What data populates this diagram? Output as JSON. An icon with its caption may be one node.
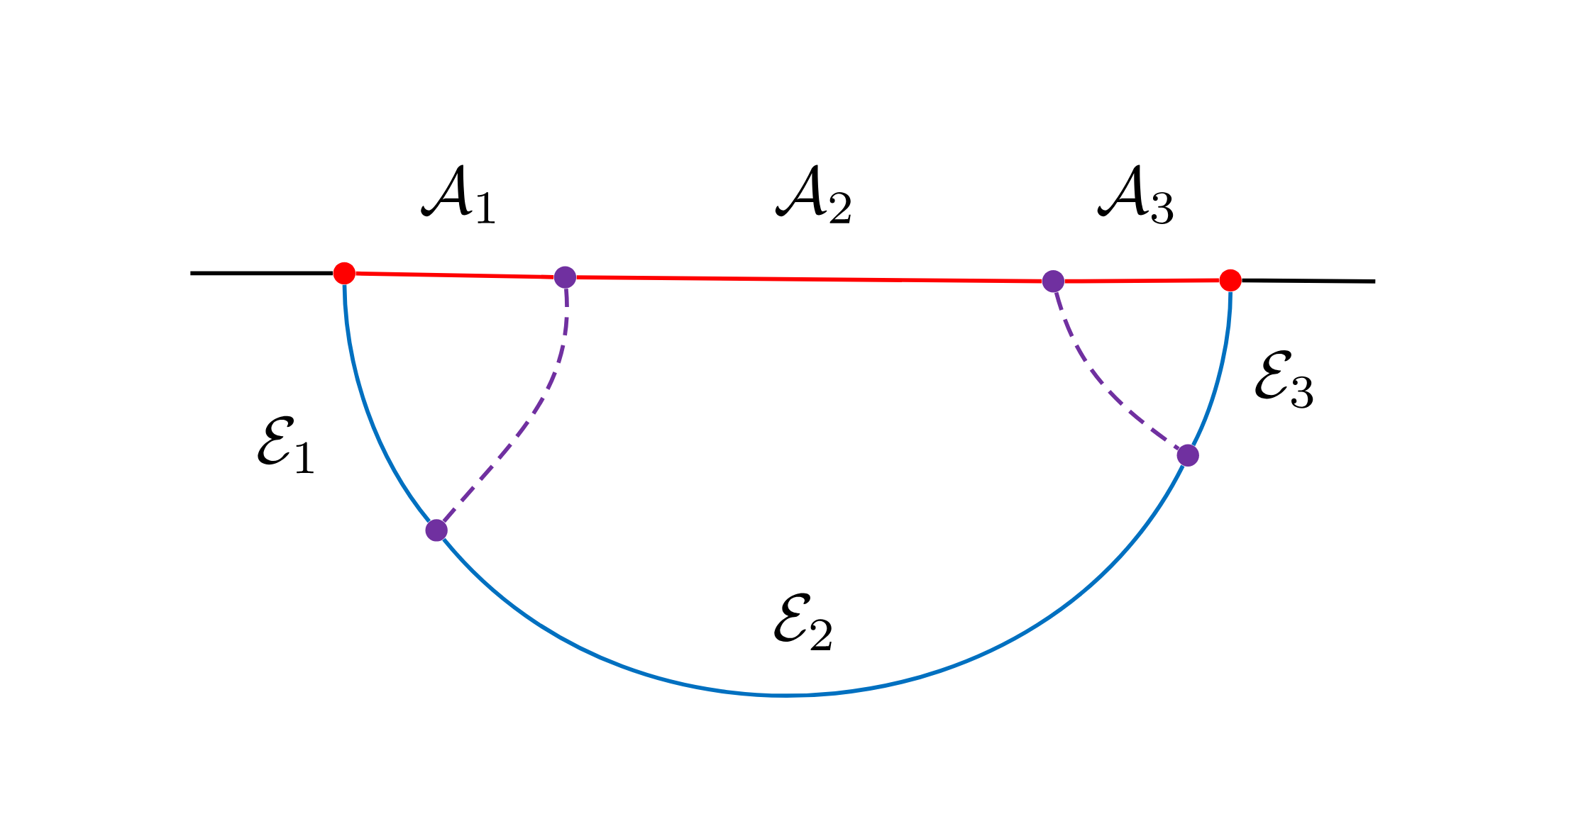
{
  "diagram": {
    "nodes": [
      {
        "text": [],
        "shape": "circle"
      },
      {
        "text": [],
        "shape": "circle"
      },
      {
        "text": [],
        "shape": "circle"
      },
      {
        "text": [],
        "shape": "circle"
      },
      {
        "text": [],
        "shape": "circle"
      },
      {
        "text": [],
        "shape": "circle"
      }
    ],
    "edges": [
      {
        "from": null,
        "to": 0,
        "arrow": "none",
        "color": "#000000"
      },
      {
        "from": 0,
        "to": 1,
        "arrow": "none",
        "color": "#ff0000"
      },
      {
        "from": 1,
        "to": 2,
        "arrow": "none",
        "color": "#ff0000"
      },
      {
        "from": 2,
        "to": 3,
        "arrow": "none",
        "color": "#ff0000"
      },
      {
        "from": 3,
        "to": null,
        "arrow": "none",
        "color": "#000000"
      },
      {
        "from": 0,
        "to": 4,
        "arrow": "none",
        "color": "#0070c0"
      },
      {
        "from": 4,
        "to": 5,
        "arrow": "none",
        "color": "#0070c0"
      },
      {
        "from": 5,
        "to": 3,
        "arrow": "none",
        "color": "#0070c0"
      },
      {
        "from": 1,
        "to": 4,
        "arrow": "none",
        "style": "dashed",
        "color": "#7030a0"
      },
      {
        "from": 2,
        "to": 5,
        "arrow": "none",
        "style": "dashed",
        "color": "#7030a0"
      }
    ],
    "labels": [
      "\\mathcal{A}_1",
      "\\mathcal{A}_2",
      "\\mathcal{A}_3",
      "\\mathcal{E}_1",
      "\\mathcal{E}_3",
      "\\mathcal{E}_2"
    ]
  }
}
